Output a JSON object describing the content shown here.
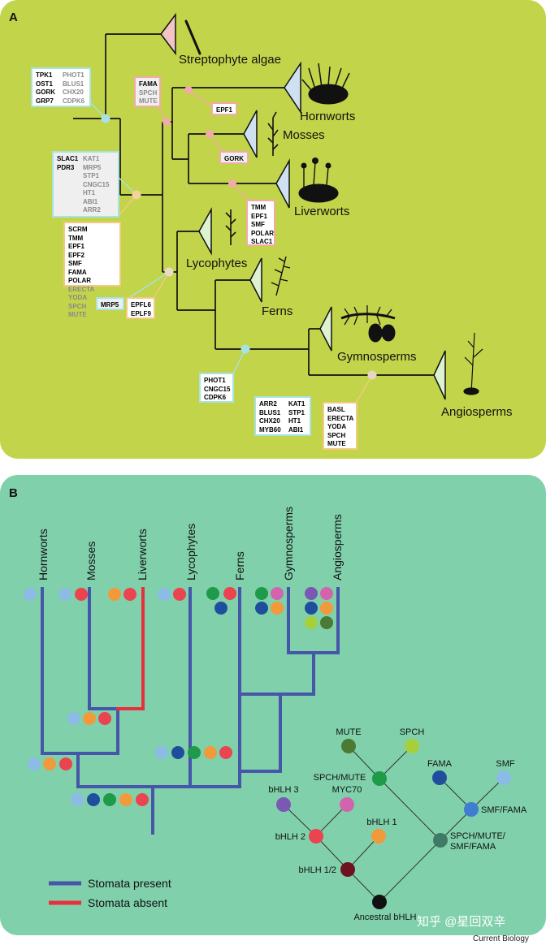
{
  "panel_a": {
    "label": "A",
    "clades": [
      {
        "key": "streptophyte",
        "name": "Streptophyte algae",
        "color": "#f2c4c4"
      },
      {
        "key": "hornworts",
        "name": "Hornworts",
        "color": "#cfe0f0"
      },
      {
        "key": "mosses",
        "name": "Mosses",
        "color": "#cfe0f0"
      },
      {
        "key": "liverworts",
        "name": "Liverworts",
        "color": "#cfe0f0"
      },
      {
        "key": "lycophytes",
        "name": "Lycophytes",
        "color": "#dcf2d0"
      },
      {
        "key": "ferns",
        "name": "Ferns",
        "color": "#dcf2d0"
      },
      {
        "key": "gymnosperms",
        "name": "Gymnosperms",
        "color": "#dcf2d0"
      },
      {
        "key": "angiosperms",
        "name": "Angiosperms",
        "color": "#dcf2d0"
      }
    ],
    "gene_boxes": [
      {
        "key": "box1",
        "edge": "blue",
        "fill": "white",
        "cols": [
          [
            "TPK1",
            "OST1",
            "GORK",
            "GRP7"
          ],
          [
            "PHOT1",
            "BLUS1",
            "CHX20",
            "CDPK6"
          ]
        ],
        "dim_cols": [
          1
        ]
      },
      {
        "key": "box2",
        "edge": "pink",
        "fill": "light",
        "cols": [
          [
            "FAMA",
            "SPCH",
            "MUTE"
          ]
        ],
        "dim_items": [
          "SPCH",
          "MUTE"
        ]
      },
      {
        "key": "box3",
        "edge": "pink",
        "fill": "white",
        "cols": [
          [
            "EPF1"
          ]
        ]
      },
      {
        "key": "box4",
        "edge": "pink",
        "fill": "light",
        "cols": [
          [
            "GORK"
          ]
        ]
      },
      {
        "key": "box5",
        "edge": "blue",
        "fill": "light",
        "cols": [
          [
            "SLAC1",
            "PDR3"
          ],
          [
            "KAT1",
            "MRP5",
            "STP1",
            "CNGC15",
            "HT1",
            "ABI1",
            "ARR2"
          ]
        ],
        "dim_cols": [
          1
        ]
      },
      {
        "key": "box6",
        "edge": "pink",
        "fill": "white",
        "cols": [
          [
            "TMM",
            "EPF1",
            "SMF",
            "POLAR",
            "SLAC1"
          ]
        ]
      },
      {
        "key": "box7",
        "edge": "orange",
        "fill": "white",
        "cols": [
          [
            "SCRM",
            "TMM",
            "EPF1",
            "EPF2",
            "SMF",
            "FAMA",
            "POLAR"
          ],
          [
            "ERECTA",
            "YODA",
            "SPCH",
            "MUTE"
          ]
        ],
        "dim_cols": [
          1
        ]
      },
      {
        "key": "box8",
        "edge": "blue",
        "fill": "light",
        "cols": [
          [
            "MRP5"
          ]
        ]
      },
      {
        "key": "box9",
        "edge": "orange",
        "fill": "white",
        "cols": [
          [
            "EPFL6",
            "EPLF9"
          ]
        ]
      },
      {
        "key": "box10",
        "edge": "blue",
        "fill": "white",
        "cols": [
          [
            "PHOT1",
            "CNGC15",
            "CDPK6"
          ]
        ]
      },
      {
        "key": "box11",
        "edge": "blue",
        "fill": "white",
        "cols": [
          [
            "ARR2",
            "BLUS1",
            "CHX20",
            "MYB60"
          ],
          [
            "KAT1",
            "STP1",
            "HT1",
            "ABI1"
          ]
        ]
      },
      {
        "key": "box12",
        "edge": "orange",
        "fill": "white",
        "cols": [
          [
            "BASL",
            "ERECTA",
            "YODA",
            "SPCH",
            "MUTE"
          ]
        ]
      }
    ]
  },
  "panel_b": {
    "label": "B",
    "taxa": [
      "Hornworts",
      "Mosses",
      "Liverworts",
      "Lycophytes",
      "Ferns",
      "Gymnosperms",
      "Angiosperms"
    ],
    "legend": [
      {
        "label": "Stomata present",
        "color": "#4656a8"
      },
      {
        "label": "Stomata absent",
        "color": "#e8303c"
      }
    ],
    "gene_colors": {
      "SMF": "#8cbce6",
      "SMF/FAMA": "#3f7dd0",
      "FAMA": "#1f4f9c",
      "SPCH": "#a6cf3c",
      "MUTE": "#4a7a34",
      "SPCH/MUTE": "#1e9a48",
      "SPCH/MUTE/SMF/FAMA": "#3f7a64",
      "bHLH 1": "#f19a3c",
      "bHLH 2": "#ea4450",
      "bHLH 3": "#7a58b4",
      "MYC70": "#d264ae",
      "bHLH 1/2": "#6e1220",
      "Ancestral bHLH": "#111111"
    },
    "gene_tree_nodes": [
      {
        "id": "MUTE",
        "label": "MUTE"
      },
      {
        "id": "SPCH",
        "label": "SPCH"
      },
      {
        "id": "SPCH/MUTE",
        "label": "SPCH/MUTE"
      },
      {
        "id": "FAMA",
        "label": "FAMA"
      },
      {
        "id": "SMF",
        "label": "SMF"
      },
      {
        "id": "SMF/FAMA",
        "label": "SMF/FAMA"
      },
      {
        "id": "SPCH/MUTE/SMF/FAMA",
        "label": "SPCH/MUTE/\nSMF/FAMA"
      },
      {
        "id": "bHLH 3",
        "label": "bHLH 3"
      },
      {
        "id": "MYC70",
        "label": "MYC70"
      },
      {
        "id": "bHLH 2",
        "label": "bHLH 2"
      },
      {
        "id": "bHLH 1",
        "label": "bHLH 1"
      },
      {
        "id": "bHLH 1/2",
        "label": "bHLH 1/2"
      },
      {
        "id": "Ancestral bHLH",
        "label": "Ancestral bHLH"
      }
    ]
  },
  "footer": "Current Biology",
  "watermark": "知乎 @星回双辛"
}
